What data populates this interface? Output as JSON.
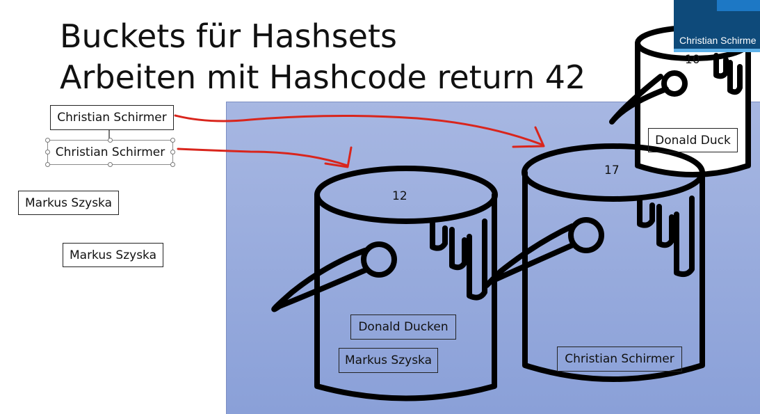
{
  "slide": {
    "title_line1": "Buckets für Hashsets",
    "title_line2": "Arbeiten mit Hashcode return 42"
  },
  "left_labels": [
    "Christian Schirmer",
    "Christian Schirmer",
    "Markus Szyska",
    "Markus Szyska"
  ],
  "buckets": [
    {
      "number": "12",
      "items": [
        "Donald Ducken",
        "Markus Szyska"
      ]
    },
    {
      "number": "17",
      "items": [
        "Christian Schirmer"
      ]
    },
    {
      "number": "10",
      "items": [
        "Donald Duck"
      ]
    }
  ],
  "presenter": {
    "name": "Christian Schirme"
  },
  "colors": {
    "panel_top": "#a7b7e2",
    "panel_bottom": "#8aa0d8",
    "annotation_arrow": "#d9251c",
    "presenter_bg": "#0e4a7a",
    "presenter_accent": "#1d78c5"
  },
  "icons": {
    "bucket": "paint-bucket-icon",
    "arrow": "hand-drawn-arrow",
    "rotate": "rotate-handle-icon"
  }
}
